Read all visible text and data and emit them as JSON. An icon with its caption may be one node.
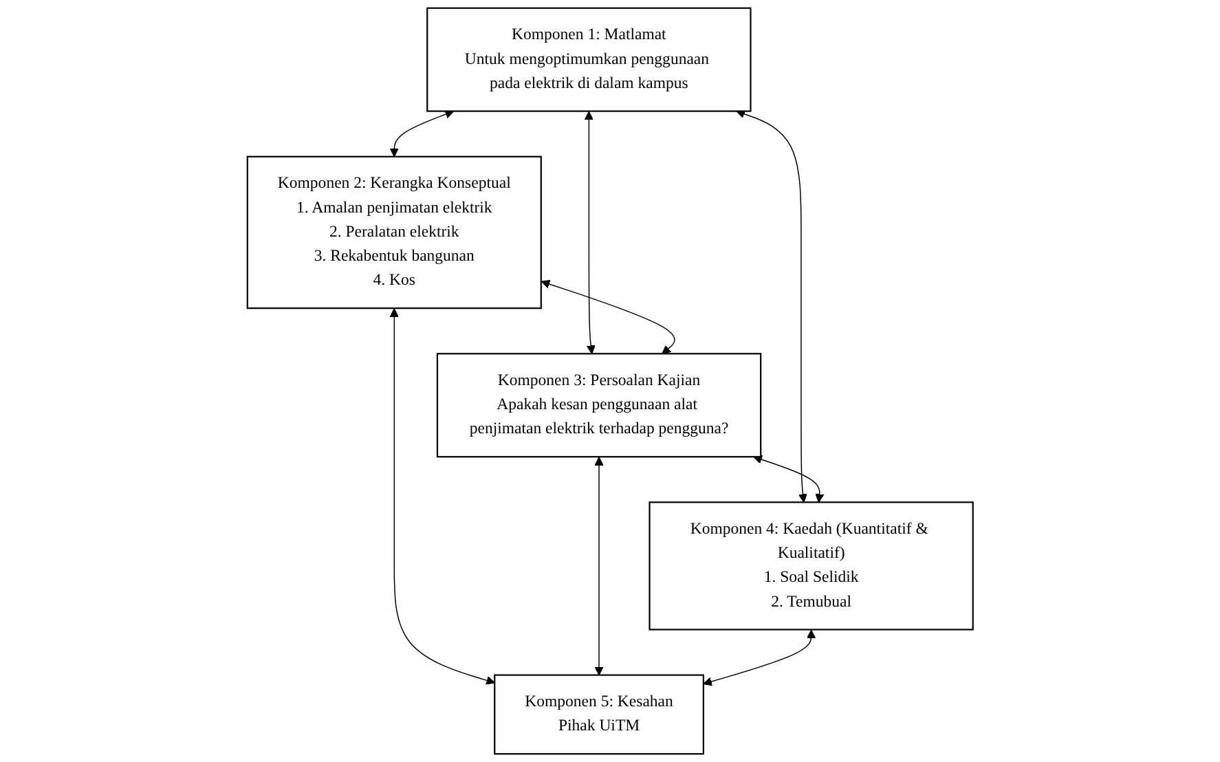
{
  "diagram": {
    "nodes": [
      {
        "text": [
          "Komponen 1: Matlamat",
          "Untuk mengoptimumkan penggunaan pada elektrik di dalam kampus"
        ]
      },
      {
        "text": [
          "Komponen 2: Kerangka Konseptual",
          "1. Amalan penjimatan elektrik",
          "2. Peralatan elektrik",
          "3. Rekabentuk bangunan",
          "4. Kos"
        ]
      },
      {
        "text": [
          "Komponen 3: Persoalan Kajian",
          "Apakah kesan penggunaan alat penjimatan elektrik terhadap pengguna?"
        ]
      },
      {
        "text": [
          "Komponen 4: Kaedah (Kuantitatif & Kualitatif)",
          "1. Soal Selidik",
          "2. Temubual"
        ]
      },
      {
        "text": [
          "Komponen 5: Kesahan",
          "Pihak UiTM"
        ]
      }
    ],
    "edges": [
      {
        "from": 0,
        "to": 1,
        "arrow": "both"
      },
      {
        "from": 0,
        "to": 2,
        "arrow": "both"
      },
      {
        "from": 1,
        "to": 2,
        "arrow": "both"
      },
      {
        "from": 0,
        "to": 3,
        "arrow": "both"
      },
      {
        "from": 1,
        "to": 4,
        "arrow": "both"
      },
      {
        "from": 2,
        "to": 3,
        "arrow": "both"
      },
      {
        "from": 2,
        "to": 4,
        "arrow": "both"
      },
      {
        "from": 3,
        "to": 4,
        "arrow": "both"
      }
    ]
  }
}
